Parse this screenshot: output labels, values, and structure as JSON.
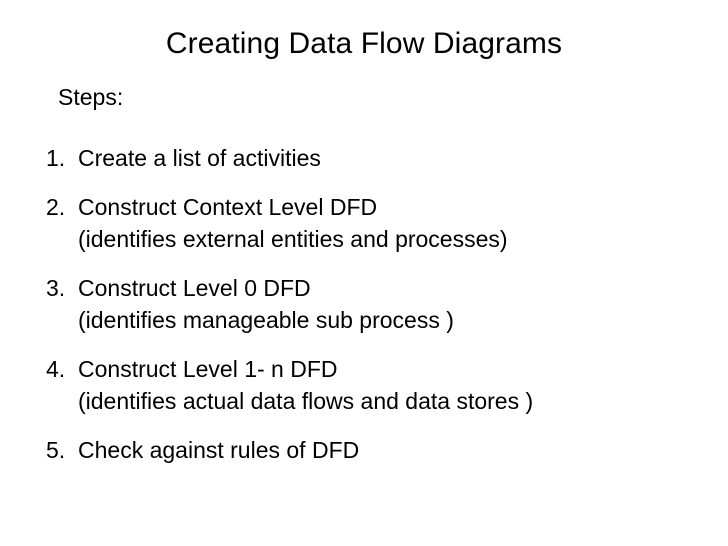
{
  "slide": {
    "title": "Creating Data Flow Diagrams",
    "subheading": "Steps:",
    "background_color": "#ffffff",
    "text_color": "#000000",
    "steps": [
      {
        "number": "1.",
        "text": "Create a list of activities",
        "detail": ""
      },
      {
        "number": "2.",
        "text": "Construct Context Level DFD",
        "detail": "(identifies external entities and processes)"
      },
      {
        "number": "3.",
        "text": "Construct Level 0 DFD",
        "detail": "(identifies manageable sub process )"
      },
      {
        "number": "4.",
        "text": "Construct Level 1- n DFD",
        "detail": "(identifies actual data flows and data stores )"
      },
      {
        "number": "5.",
        "text": "Check against rules of DFD",
        "detail": ""
      }
    ]
  }
}
